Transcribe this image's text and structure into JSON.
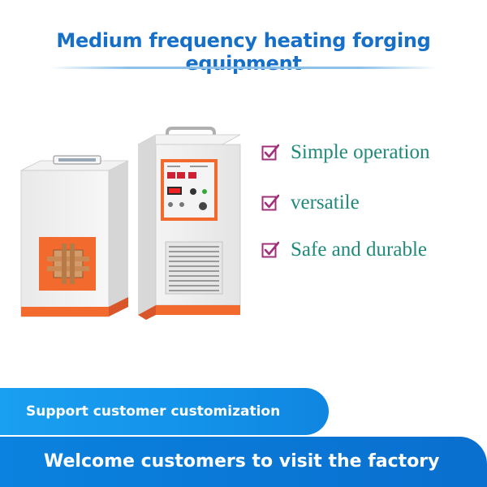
{
  "header": {
    "title": "Medium frequency heating forging equipment"
  },
  "product": {
    "image": "induction-heating-machine-illustration"
  },
  "features": [
    {
      "label": "Simple operation",
      "icon": "check-box-icon"
    },
    {
      "label": "versatile",
      "icon": "check-box-icon"
    },
    {
      "label": "Safe and durable",
      "icon": "check-box-icon"
    }
  ],
  "banners": {
    "customization": "Support customer customization",
    "visit": "Welcome customers to visit the factory"
  },
  "colors": {
    "title": "#1670c9",
    "feature_text": "#1f8a7a",
    "check": "#a0307a",
    "banner": "#1392ea",
    "machine_accent": "#f26a2e"
  }
}
